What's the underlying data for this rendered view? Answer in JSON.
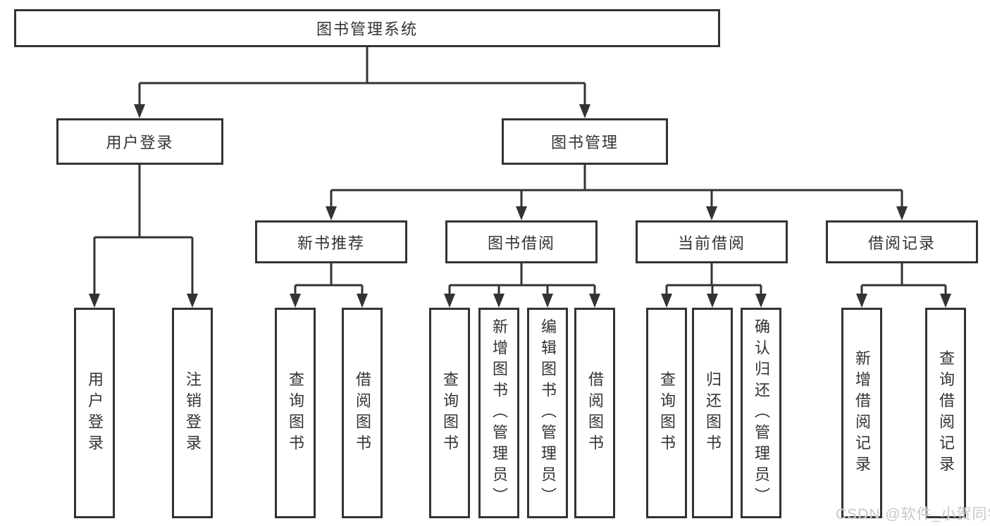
{
  "diagram": {
    "root": "图书管理系统",
    "login": {
      "label": "用户登录",
      "children": [
        "用户登录",
        "注销登录"
      ]
    },
    "manage": {
      "label": "图书管理",
      "sections": [
        {
          "label": "新书推荐",
          "children": [
            "查询图书",
            "借阅图书"
          ]
        },
        {
          "label": "图书借阅",
          "children": [
            "查询图书",
            "新增图书（管理员）",
            "编辑图书（管理员）",
            "借阅图书"
          ]
        },
        {
          "label": "当前借阅",
          "children": [
            "查询图书",
            "归还图书",
            "确认归还（管理员）"
          ]
        },
        {
          "label": "借阅记录",
          "children": [
            "新增借阅记录",
            "查询借阅记录"
          ]
        }
      ]
    }
  },
  "colors": {
    "line": "#333333",
    "box_border": "#333333",
    "text": "#333333",
    "watermark": "#c8c8c8",
    "background": "#ffffff"
  },
  "watermark": "CSDN @软件_小贺同学"
}
